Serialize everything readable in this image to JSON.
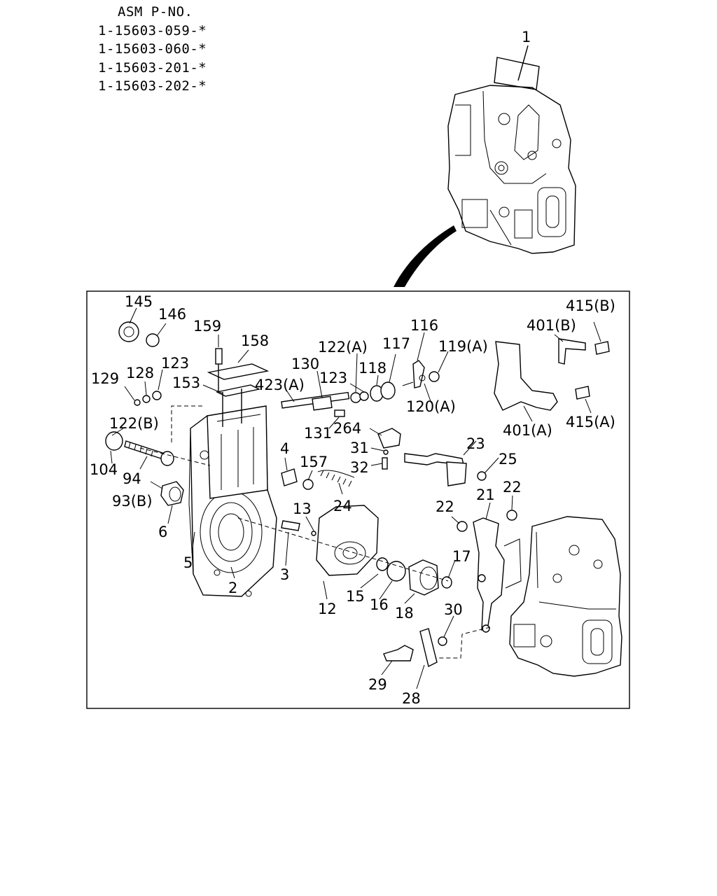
{
  "header": {
    "title": "ASM P-NO.",
    "part_numbers": [
      "1-15603-059-*",
      "1-15603-060-*",
      "1-15603-201-*",
      "1-15603-202-*"
    ]
  },
  "callouts": {
    "c1": "1",
    "c145": "145",
    "c146": "146",
    "c159": "159",
    "c158": "158",
    "c129": "129",
    "c128": "128",
    "c123a": "123",
    "c153": "153",
    "c130": "130",
    "c423a": "423(A)",
    "c122a": "122(A)",
    "c117": "117",
    "c116": "116",
    "c119a": "119(A)",
    "c123b": "123",
    "c118": "118",
    "c120a": "120(A)",
    "c131": "131",
    "c264": "264",
    "c415b": "415(B)",
    "c401b": "401(B)",
    "c401a": "401(A)",
    "c415a": "415(A)",
    "c122b": "122(B)",
    "c104": "104",
    "c94": "94",
    "c93b": "93(B)",
    "c6": "6",
    "c5": "5",
    "c2": "2",
    "c3": "3",
    "c4": "4",
    "c157": "157",
    "c24": "24",
    "c31": "31",
    "c32": "32",
    "c23": "23",
    "c25": "25",
    "c13": "13",
    "c12": "12",
    "c15": "15",
    "c16": "16",
    "c18": "18",
    "c17": "17",
    "c22a": "22",
    "c22b": "22",
    "c21": "21",
    "c30": "30",
    "c29": "29",
    "c28": "28"
  }
}
